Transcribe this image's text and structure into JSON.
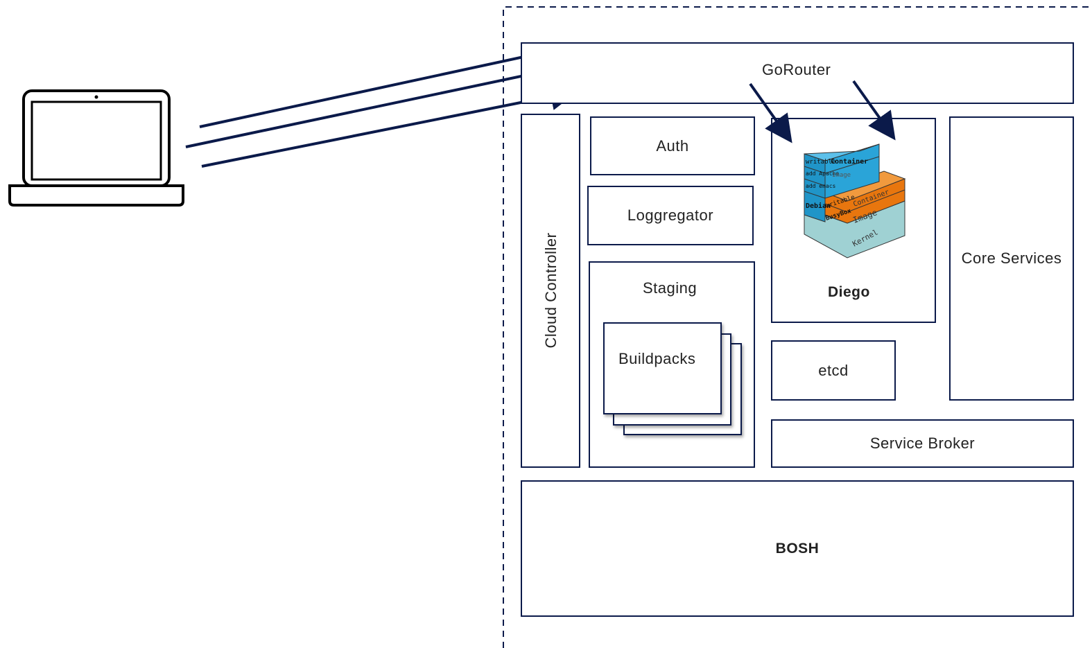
{
  "components": {
    "gorouter": "GoRouter",
    "cloud_controller": "Cloud Controller",
    "auth": "Auth",
    "loggregator": "Loggregator",
    "staging": "Staging",
    "buildpacks": "Buildpacks",
    "diego": "Diego",
    "etcd": "etcd",
    "core_services": "Core Services",
    "service_broker": "Service Broker",
    "bosh": "BOSH"
  },
  "container_image": {
    "left_stack": [
      "writable",
      "add Apache",
      "add emacs",
      "Debian"
    ],
    "right_stack": [
      "writable",
      "BusyBox"
    ],
    "top_labels": [
      "Container",
      "Image"
    ],
    "mid_labels": [
      "Container",
      "Image"
    ],
    "base_label": "Kernel"
  },
  "colors": {
    "line": "#0b1a4a",
    "blue_layer": "#2aa4d8",
    "orange_layer": "#e8760e",
    "kernel_layer": "#9fd1d3"
  },
  "icons": {
    "client": "laptop-icon",
    "diego_art": "docker-container-layers-icon"
  }
}
